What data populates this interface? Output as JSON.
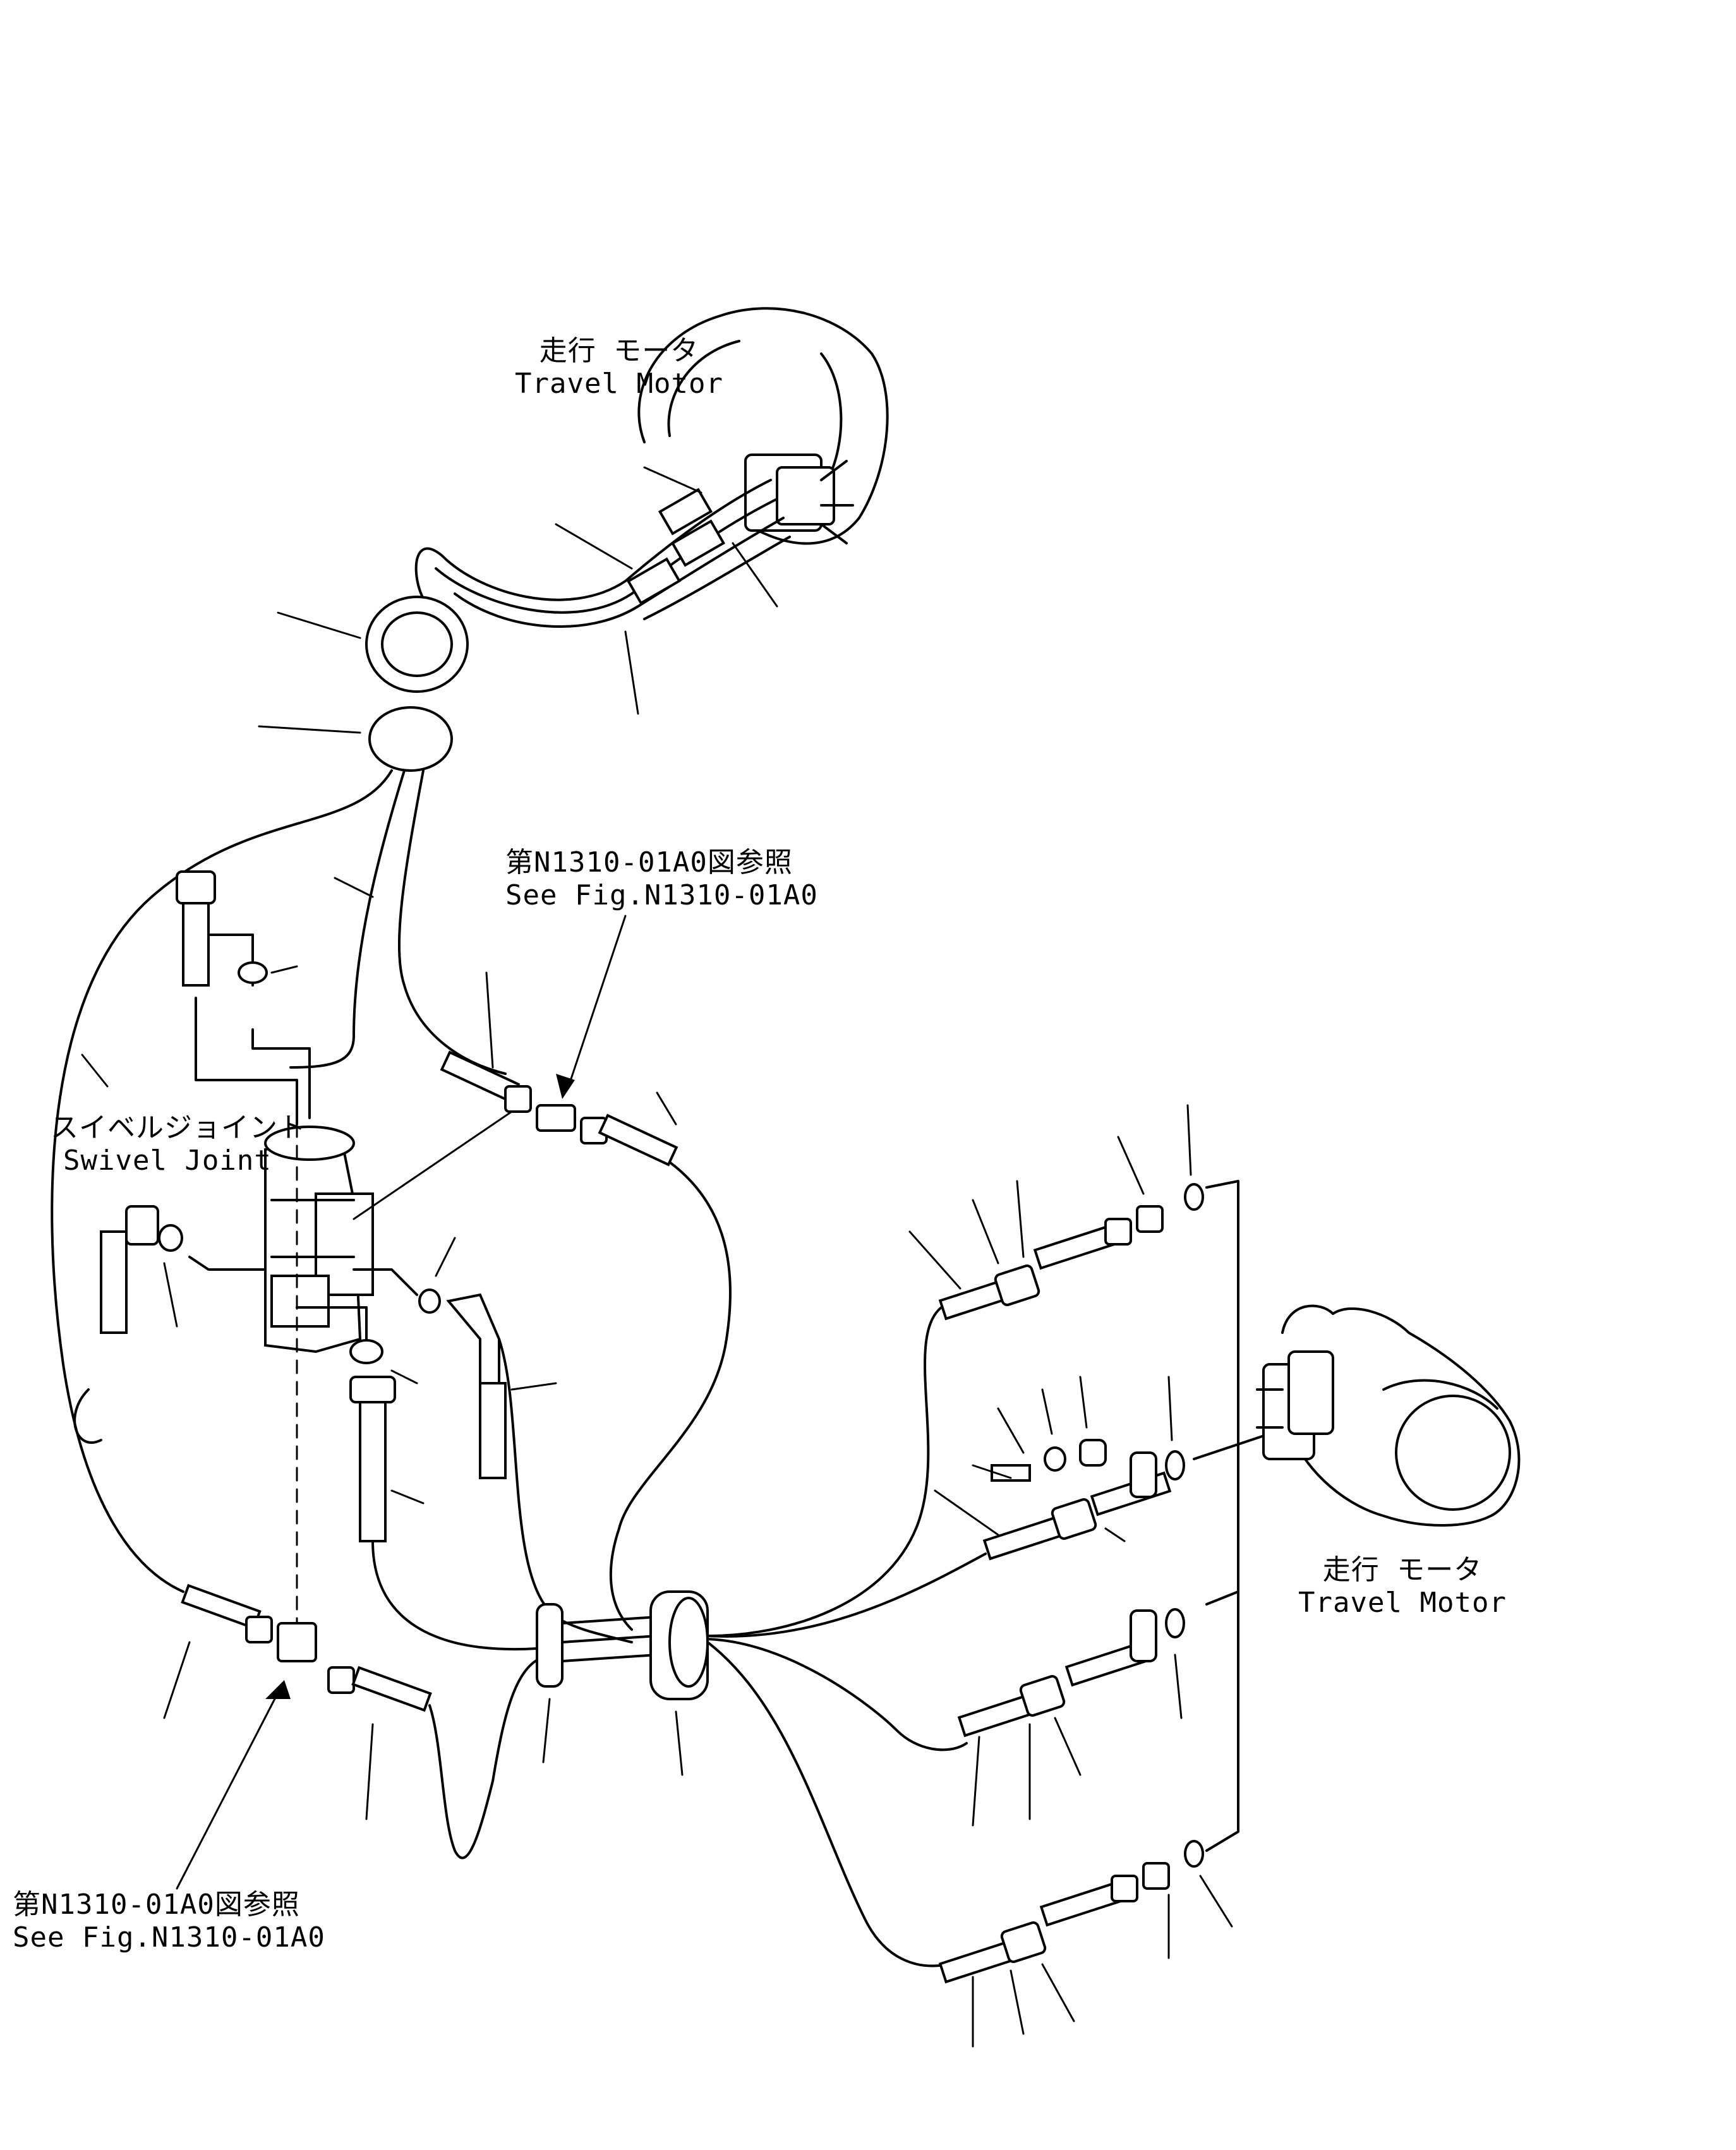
{
  "labels": {
    "travel_motor_top": {
      "jp": "走行 モータ",
      "en": "Travel Motor"
    },
    "travel_motor_right": {
      "jp": "走行 モータ",
      "en": "Travel Motor"
    },
    "swivel_joint": {
      "jp": "スイベルジョイント",
      "en": "Swivel Joint"
    },
    "ref_center": {
      "jp": "第N1310-01A0図参照",
      "en": "See Fig.N1310-01A0"
    },
    "ref_bottom_left": {
      "jp": "第N1310-01A0図参照",
      "en": "See Fig.N1310-01A0"
    }
  }
}
